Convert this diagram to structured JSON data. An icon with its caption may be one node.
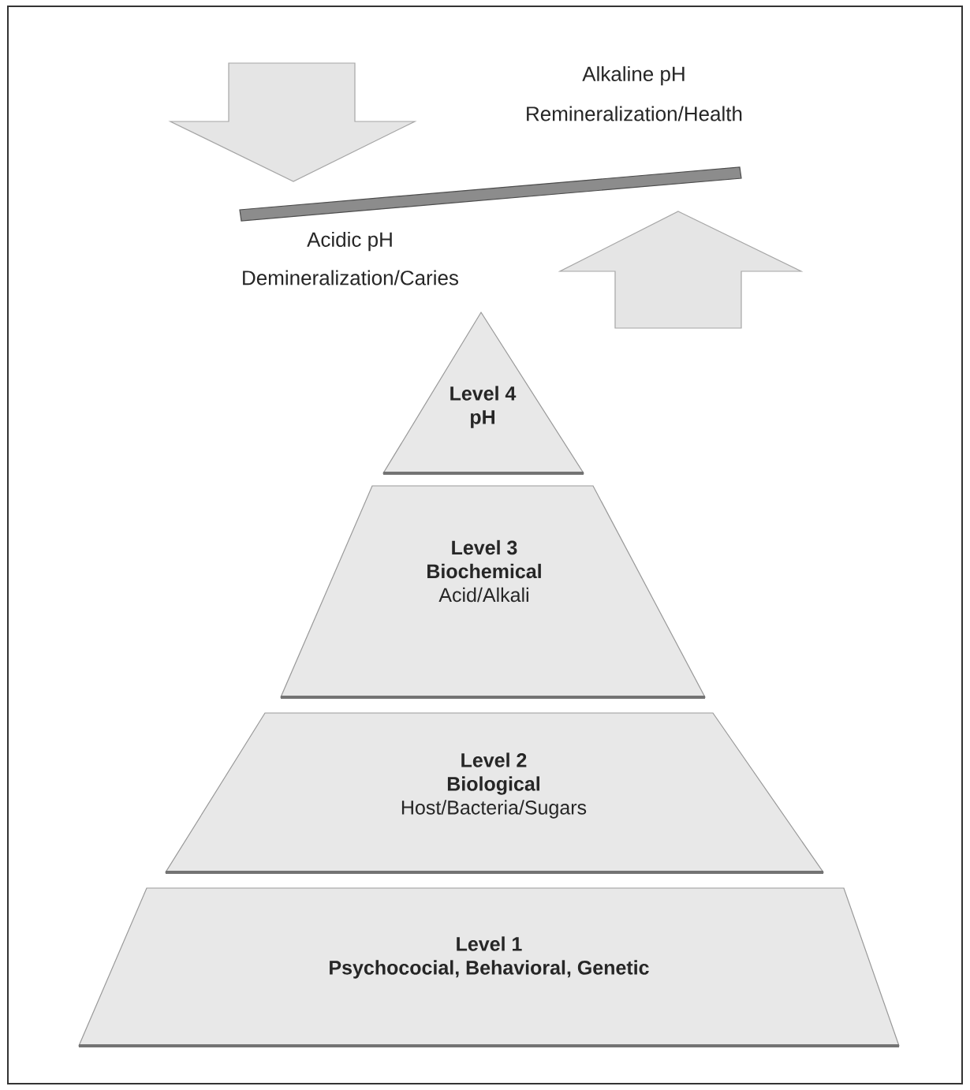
{
  "diagram": {
    "nodes": [
      {
        "text": [
          "Level 4",
          "pH"
        ]
      },
      {
        "text": [
          "Level 3",
          "Biochemical",
          "Acid/Alkali"
        ]
      },
      {
        "text": [
          "Level 2",
          "Biological",
          "Host/Bacteria/Sugars"
        ]
      },
      {
        "text": [
          "Level 1",
          "Psychococial, Behavioral, Genetic"
        ]
      }
    ],
    "labels": [
      "Alkaline pH",
      "Remineralization/Health",
      "Acidic pH",
      "Demineralization/Caries"
    ]
  }
}
